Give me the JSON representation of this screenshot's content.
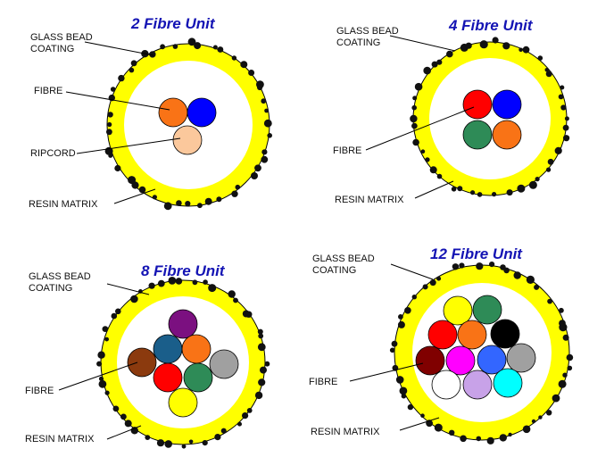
{
  "colors": {
    "outer_ring": "#ffff00",
    "core": "#ffffff",
    "bead": "#111111",
    "outline": "#000000",
    "title": "#1414b4"
  },
  "units": [
    {
      "title": "2 Fibre Unit",
      "labels": {
        "coating_line1": "GLASS BEAD",
        "coating_line2": "COATING",
        "fibre": "FIBRE",
        "ripcord": "RIPCORD",
        "resin": "RESIN MATRIX"
      },
      "fibres": [
        {
          "name": "orange",
          "color": "#f97316"
        },
        {
          "name": "blue",
          "color": "#0000ff"
        }
      ],
      "ripcord": {
        "color": "#fbc89c"
      }
    },
    {
      "title": "4 Fibre Unit",
      "labels": {
        "coating_line1": "GLASS BEAD",
        "coating_line2": "COATING",
        "fibre": "FIBRE",
        "resin": "RESIN MATRIX"
      },
      "fibres": [
        {
          "name": "red",
          "color": "#ff0000"
        },
        {
          "name": "blue",
          "color": "#0000ff"
        },
        {
          "name": "green",
          "color": "#2e8b57"
        },
        {
          "name": "orange",
          "color": "#f97316"
        }
      ]
    },
    {
      "title": "8 Fibre Unit",
      "labels": {
        "coating_line1": "GLASS BEAD",
        "coating_line2": "COATING",
        "fibre": "FIBRE",
        "resin": "RESIN MATRIX"
      },
      "fibres": [
        {
          "name": "purple",
          "color": "#7b1080"
        },
        {
          "name": "dark-blue",
          "color": "#1a5e8a"
        },
        {
          "name": "orange",
          "color": "#f97316"
        },
        {
          "name": "brown",
          "color": "#8b3a0e"
        },
        {
          "name": "grey",
          "color": "#a0a0a0"
        },
        {
          "name": "red",
          "color": "#ff0000"
        },
        {
          "name": "green",
          "color": "#2e8b57"
        },
        {
          "name": "yellow",
          "color": "#ffff00"
        }
      ]
    },
    {
      "title": "12 Fibre Unit",
      "labels": {
        "coating_line1": "GLASS BEAD",
        "coating_line2": "COATING",
        "fibre": "FIBRE",
        "resin": "RESIN MATRIX"
      },
      "fibres": [
        {
          "name": "yellow",
          "color": "#ffff00"
        },
        {
          "name": "green",
          "color": "#2e8b57"
        },
        {
          "name": "red",
          "color": "#ff0000"
        },
        {
          "name": "orange",
          "color": "#f97316"
        },
        {
          "name": "black",
          "color": "#000000"
        },
        {
          "name": "dark-red",
          "color": "#800000"
        },
        {
          "name": "magenta",
          "color": "#ff00ff"
        },
        {
          "name": "blue",
          "color": "#3366ff"
        },
        {
          "name": "grey",
          "color": "#a0a0a0"
        },
        {
          "name": "white",
          "color": "#ffffff"
        },
        {
          "name": "lilac",
          "color": "#c8a2e8"
        },
        {
          "name": "cyan",
          "color": "#00ffff"
        }
      ]
    }
  ]
}
